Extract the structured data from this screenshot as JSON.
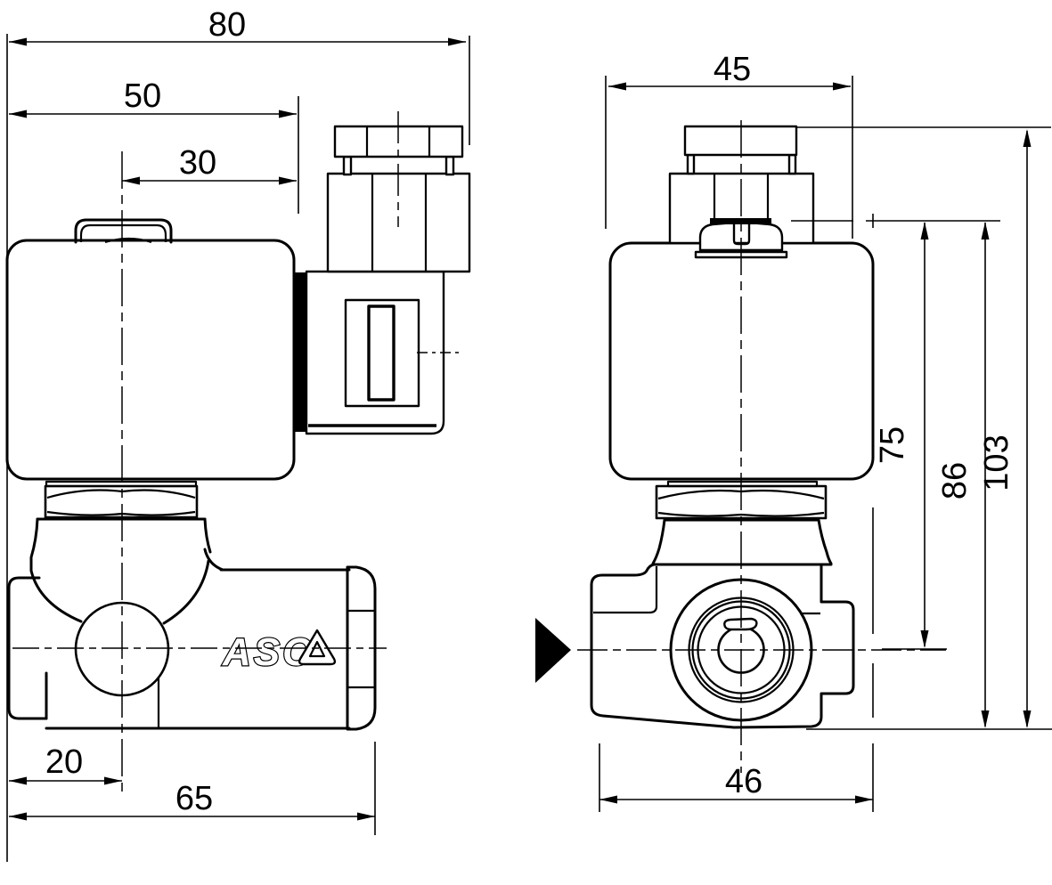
{
  "page": {
    "kind": "engineering dimension drawing, two orthographic views of a solenoid valve",
    "background": "#ffffff",
    "line_color": "#000000"
  },
  "logo": {
    "brand": "ASCO",
    "letters": "ASC",
    "symbol": "triangle-o"
  },
  "front_view": {
    "dims": {
      "overall_width": "80",
      "coil_width": "50",
      "connector_offset": "30",
      "port_axis_offset": "20",
      "body_length": "65"
    }
  },
  "side_view": {
    "dims": {
      "coil_depth": "45",
      "axis_to_clip_height": "75",
      "base_to_clip_height": "86",
      "overall_height": "103",
      "body_depth": "46"
    }
  }
}
